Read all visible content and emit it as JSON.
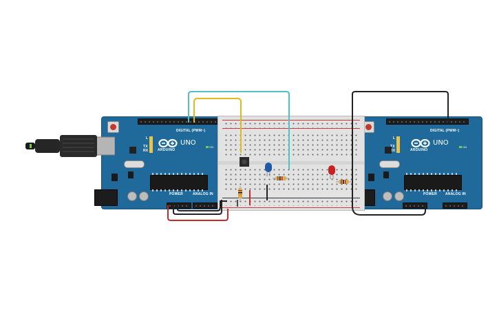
{
  "boards": [
    {
      "id": "left",
      "logo_text": "UNO",
      "brand": "ARDUINO",
      "header_digital": "DIGITAL (PWM~)",
      "header_power": "POWER",
      "header_analog": "ANALOG IN",
      "on_label": "ON",
      "tx_label": "TX",
      "rx_label": "RX",
      "l_label": "L"
    },
    {
      "id": "right",
      "logo_text": "UNO",
      "brand": "ARDUINO",
      "header_digital": "DIGITAL (PWM~)",
      "header_power": "POWER",
      "header_analog": "ANALOG IN",
      "on_label": "ON",
      "tx_label": "TX",
      "rx_label": "RX",
      "l_label": "L"
    }
  ],
  "colors": {
    "board": "#1f6a9a",
    "wire_yellow": "#e3b81a",
    "wire_cyan": "#4fc0c4",
    "wire_black": "#222222",
    "wire_red": "#c42a2a",
    "led_blue": "#1e5aa8",
    "led_red": "#c82020"
  },
  "components": {
    "usb_cable": "usb-cable",
    "pushbutton": "pushbutton",
    "led_blue": "led-blue",
    "led_red": "led-red",
    "resistors": [
      "resistor",
      "resistor",
      "resistor"
    ]
  }
}
